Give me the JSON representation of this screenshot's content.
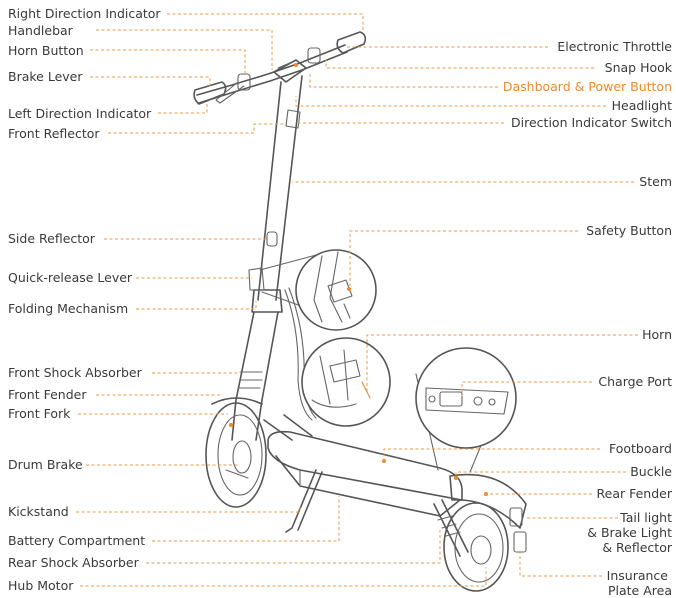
{
  "labels_left": [
    {
      "id": "right-direction-indicator",
      "text": "Right Direction Indicator"
    },
    {
      "id": "handlebar",
      "text": "Handlebar"
    },
    {
      "id": "horn-button",
      "text": "Horn Button"
    },
    {
      "id": "brake-lever",
      "text": "Brake Lever"
    },
    {
      "id": "left-direction-indicator",
      "text": "Left Direction Indicator"
    },
    {
      "id": "front-reflector",
      "text": "Front Reflector"
    },
    {
      "id": "side-reflector",
      "text": "Side Reflector"
    },
    {
      "id": "quick-release-lever",
      "text": "Quick-release Lever"
    },
    {
      "id": "folding-mechanism",
      "text": "Folding Mechanism"
    },
    {
      "id": "front-shock-absorber",
      "text": "Front Shock Absorber"
    },
    {
      "id": "front-fender",
      "text": "Front Fender"
    },
    {
      "id": "front-fork",
      "text": "Front Fork"
    },
    {
      "id": "drum-brake",
      "text": "Drum Brake"
    },
    {
      "id": "kickstand",
      "text": "Kickstand"
    },
    {
      "id": "battery-compartment",
      "text": "Battery Compartment"
    },
    {
      "id": "rear-shock-absorber",
      "text": "Rear Shock Absorber"
    },
    {
      "id": "hub-motor",
      "text": "Hub Motor"
    }
  ],
  "labels_right": [
    {
      "id": "electronic-throttle",
      "text": "Electronic Throttle"
    },
    {
      "id": "snap-hook",
      "text": "Snap Hook"
    },
    {
      "id": "dashboard-power-button",
      "text": "Dashboard & Power Button"
    },
    {
      "id": "headlight",
      "text": "Headlight"
    },
    {
      "id": "direction-indicator-switch",
      "text": "Direction Indicator Switch"
    },
    {
      "id": "stem",
      "text": "Stem"
    },
    {
      "id": "safety-button",
      "text": "Safety Button"
    },
    {
      "id": "horn",
      "text": "Horn"
    },
    {
      "id": "charge-port",
      "text": "Charge Port"
    },
    {
      "id": "footboard",
      "text": "Footboard"
    },
    {
      "id": "buckle",
      "text": "Buckle"
    },
    {
      "id": "rear-fender",
      "text": "Rear Fender"
    },
    {
      "id": "tail-light-1",
      "text": "Tail light"
    },
    {
      "id": "tail-light-2",
      "text": "& Brake Light"
    },
    {
      "id": "tail-light-3",
      "text": "& Reflector"
    },
    {
      "id": "insurance-1",
      "text": "Insurance"
    },
    {
      "id": "insurance-2",
      "text": "Plate Area"
    }
  ],
  "colors": {
    "accent": "#ec8a2a",
    "leader": "#ec9a4a",
    "text": "#3a3a3a",
    "ink": "#555555"
  }
}
